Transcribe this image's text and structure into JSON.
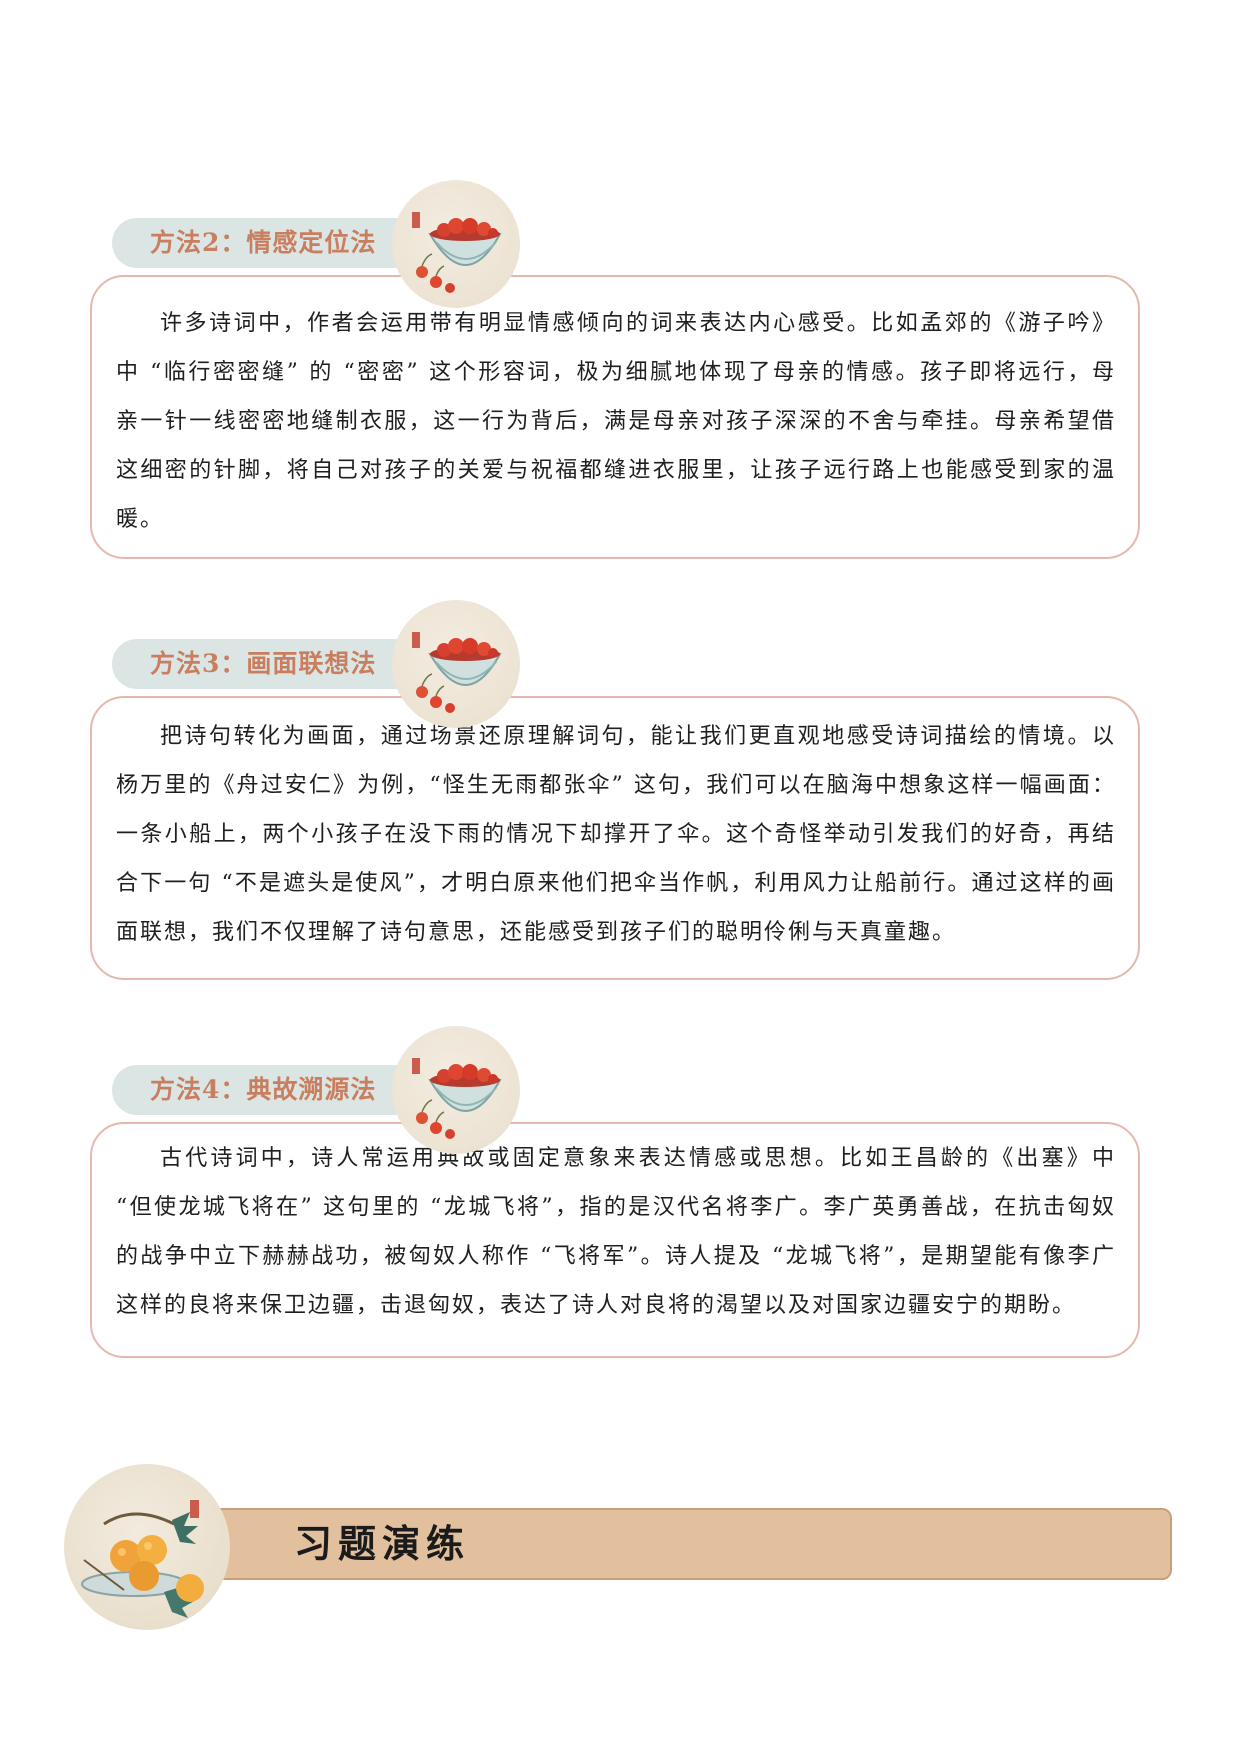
{
  "methods": [
    {
      "tab_label": "方法2：情感定位法",
      "paragraph": "许多诗词中，作者会运用带有明显情感倾向的词来表达内心感受。比如孟郊的《游子吟》中 “临行密密缝” 的 “密密” 这个形容词，极为细腻地体现了母亲的情感。孩子即将远行，母亲一针一线密密地缝制衣服，这一行为背后，满是母亲对孩子深深的不舍与牵挂。母亲希望借这细密的针脚，将自己对孩子的关爱与祝福都缝进衣服里，让孩子远行路上也能感受到家的温暖。"
    },
    {
      "tab_label": "方法3：画面联想法",
      "paragraph": "把诗句转化为画面，通过场景还原理解词句，能让我们更直观地感受诗词描绘的情境。以杨万里的《舟过安仁》为例，“怪生无雨都张伞” 这句，我们可以在脑海中想象这样一幅画面：一条小船上，两个小孩子在没下雨的情况下却撑开了伞。这个奇怪举动引发我们的好奇，再结合下一句 “不是遮头是使风”，才明白原来他们把伞当作帆，利用风力让船前行。通过这样的画面联想，我们不仅理解了诗句意思，还能感受到孩子们的聪明伶俐与天真童趣。"
    },
    {
      "tab_label": "方法4：典故溯源法",
      "paragraph": "古代诗词中，诗人常运用典故或固定意象来表达情感或思想。比如王昌龄的《出塞》中 “但使龙城飞将在” 这句里的 “龙城飞将”，指的是汉代名将李广。李广英勇善战，在抗击匈奴的战争中立下赫赫战功，被匈奴人称作 “飞将军”。诗人提及 “龙城飞将”，是期望能有像李广这样的良将来保卫边疆，击退匈奴，表达了诗人对良将的渴望以及对国家边疆安宁的期盼。"
    }
  ],
  "icons": {
    "method": "cherry-bowl-icon",
    "banner": "loquat-plate-icon"
  },
  "colors": {
    "tab_bg": "#dbe6e4",
    "tab_text": "#c97f5f",
    "box_border": "#e6b7ad",
    "banner_bg": "#e2c09e"
  },
  "banner": {
    "title": "习题演练"
  }
}
